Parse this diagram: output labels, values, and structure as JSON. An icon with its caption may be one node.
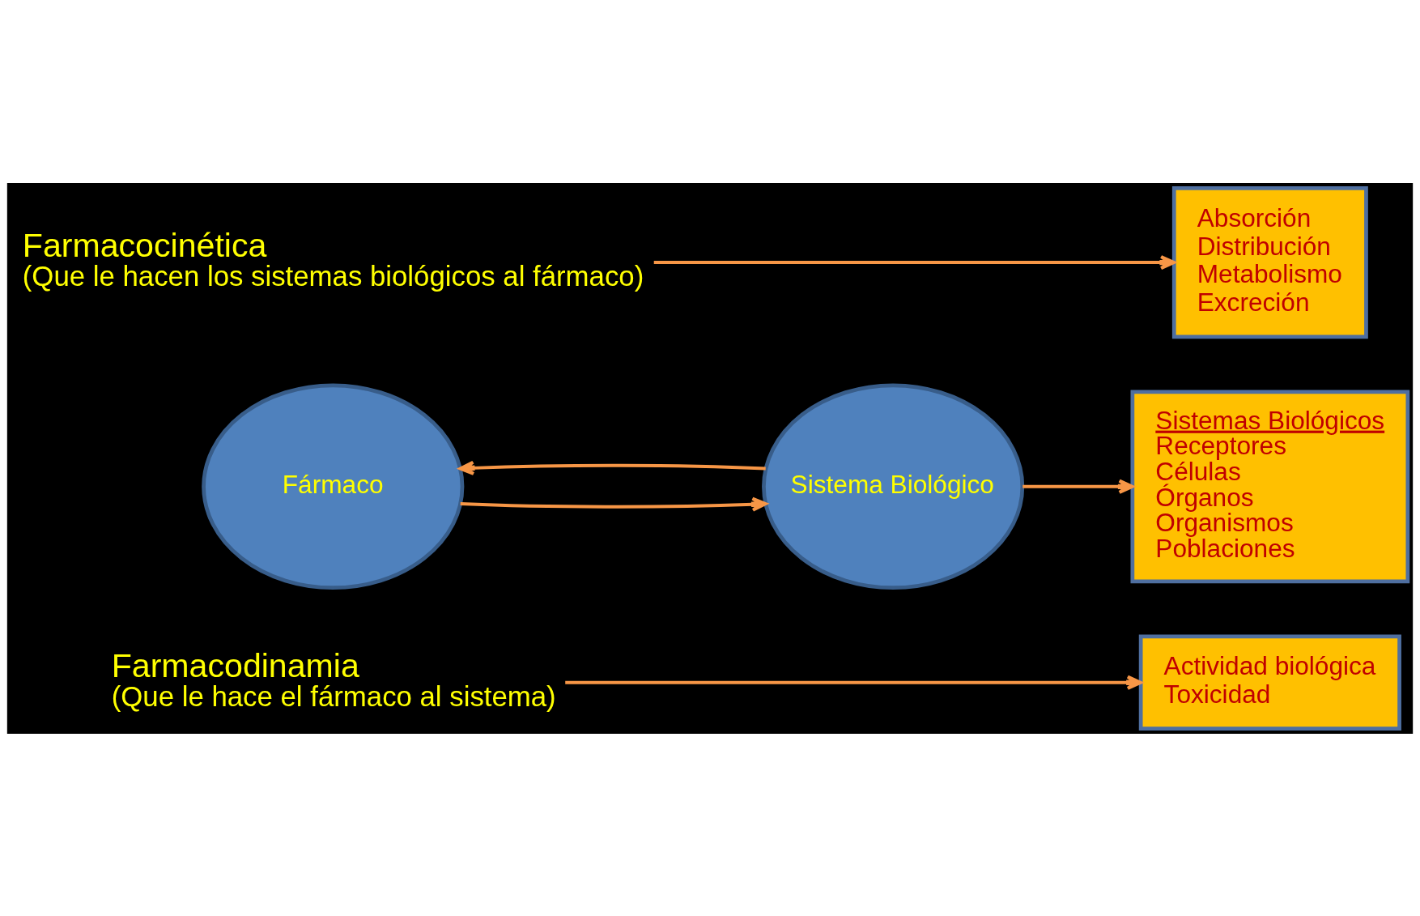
{
  "diagram": {
    "nodes": [
      {
        "text": [
          "Farmacodinamia",
          "(Que le hace el fármaco al sistema)"
        ]
      },
      {
        "text": [
          "Actividad biológica",
          "Toxicidad"
        ]
      },
      {
        "text": [
          "Fármaco"
        ]
      },
      {
        "text": [
          "Sistema Biológico"
        ]
      },
      {
        "text": [
          "Sistemas Biológicos",
          "Receptores",
          "Células",
          "Órganos",
          "Organismos",
          "Poblaciones"
        ]
      },
      {
        "text": [
          "Farmacocinética",
          "(Que le hacen los sistemas biológicos al fármaco)"
        ]
      },
      {
        "text": [
          "Absorción",
          "Distribución",
          "Metabolismo",
          "Excreción"
        ]
      }
    ],
    "edges": [
      {
        "from": 0,
        "to": 1,
        "arrow": "to"
      },
      {
        "from": 2,
        "to": 3,
        "arrow": "to"
      },
      {
        "from": 3,
        "to": 4,
        "arrow": "to"
      },
      {
        "from": 3,
        "to": 2,
        "arrow": "to"
      },
      {
        "from": 5,
        "to": 6,
        "arrow": "to"
      }
    ]
  }
}
